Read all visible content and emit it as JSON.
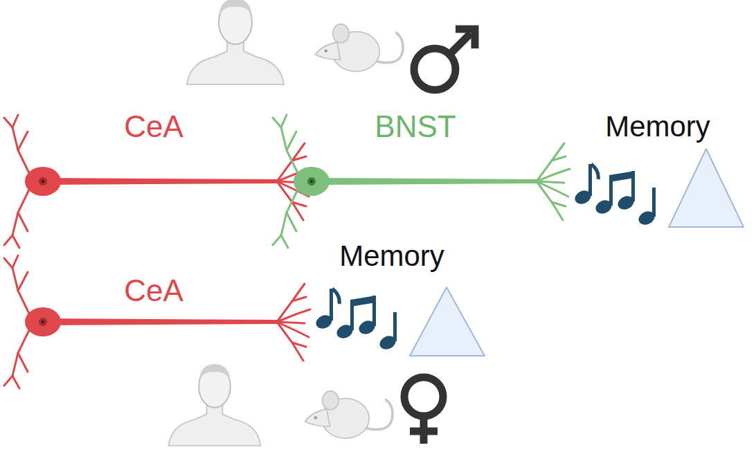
{
  "diagram": {
    "labels": [
      "CeA",
      "BNST",
      "Memory",
      "Memory",
      "CeA"
    ]
  }
}
